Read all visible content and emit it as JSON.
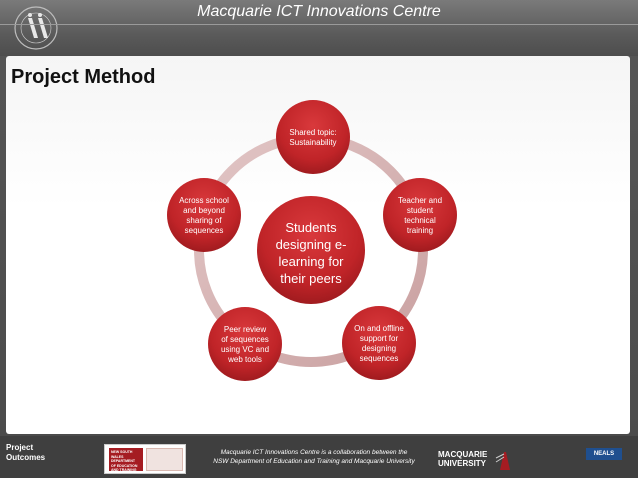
{
  "header": {
    "title": "Macquarie ICT Innovations Centre"
  },
  "slide": {
    "title": "Project Method"
  },
  "diagram": {
    "center": "Students\ndesigning e-\nlearning for\ntheir peers",
    "nodes": [
      "Shared topic:\nSustainability",
      "Teacher and\nstudent\ntechnical\ntraining",
      "On and offline\nsupport for\ndesigning\nsequences",
      "Peer review\nof sequences\nusing VC and\nweb tools",
      "Across school\nand beyond\nsharing of\nsequences"
    ]
  },
  "footer": {
    "left_label": "Project\nOutcomes",
    "dept_logo_text": "NEW SOUTH WALES\nDEPARTMENT\nOF EDUCATION\nAND TRAINING",
    "collab_line1": "Macquarie ICT Innovations Centre is a collaboration between the",
    "collab_line2": "NSW Department of Education and Training and Macquarie University",
    "mq_logo_text": "MACQUARIE\nUNIVERSITY",
    "neals_label": "NEALS"
  },
  "colors": {
    "node_fill": "#c8282c",
    "node_dark": "#9e1a1e",
    "ring": "#d6b1b1",
    "header_bg": "#5b5b5b",
    "footer_bg": "#3f3f3f"
  }
}
